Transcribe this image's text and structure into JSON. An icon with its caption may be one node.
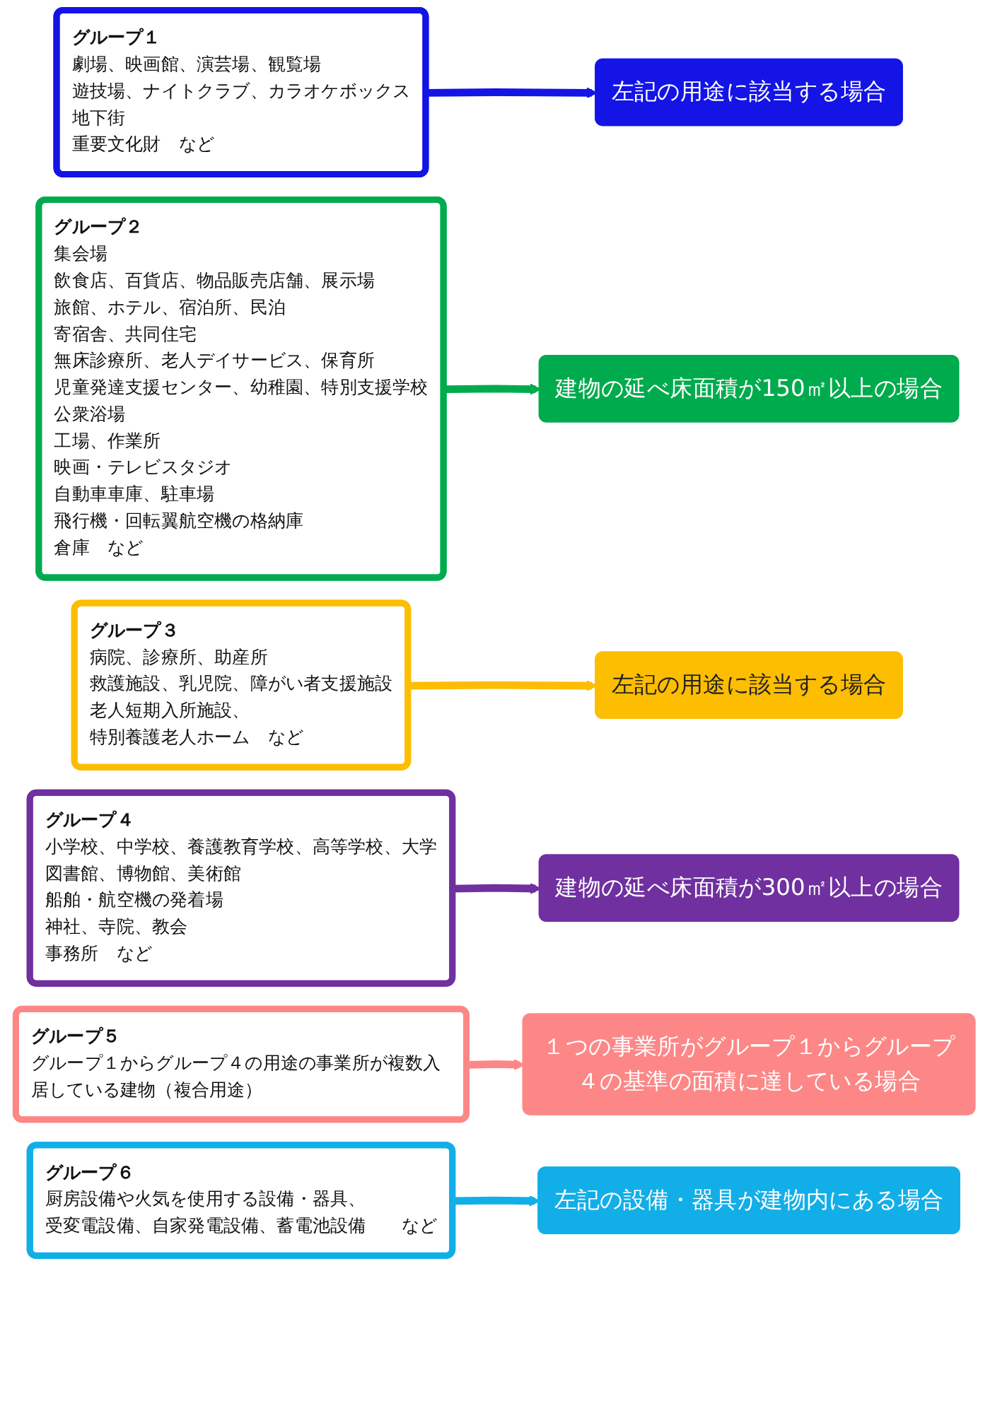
{
  "diagram": {
    "nodes": [
      {
        "text": [
          "グループ１",
          "劇場、映画館、演芸場、観覧場",
          "遊技場、ナイトクラブ、カラオケボックス",
          "地下街",
          "重要文化財　など"
        ]
      },
      {
        "text": [
          "左記の用途に該当する場合"
        ]
      },
      {
        "text": [
          "グループ２",
          "集会場",
          "飲食店、百貨店、物品販売店舗、展示場",
          "旅館、ホテル、宿泊所、民泊",
          "寄宿舎、共同住宅",
          "無床診療所、老人デイサービス、保育所",
          "児童発達支援センター、幼稚園、特別支援学校",
          "公衆浴場",
          "工場、作業所",
          "映画・テレビスタジオ",
          "自動車車庫、駐車場",
          "飛行機・回転翼航空機の格納庫",
          "倉庫　など"
        ]
      },
      {
        "text": [
          "建物の延べ床面積が150㎡以上の場合"
        ]
      },
      {
        "text": [
          "グループ３",
          "病院、診療所、助産所",
          "救護施設、乳児院、障がい者支援施設",
          "老人短期入所施設、",
          "特別養護老人ホーム　など"
        ]
      },
      {
        "text": [
          "左記の用途に該当する場合"
        ]
      },
      {
        "text": [
          "グループ４",
          "小学校、中学校、養護教育学校、高等学校、大学",
          "図書館、博物館、美術館",
          "船舶・航空機の発着場",
          "神社、寺院、教会",
          "事務所　など"
        ]
      },
      {
        "text": [
          "建物の延べ床面積が300㎡以上の場合"
        ]
      },
      {
        "text": [
          "グループ５",
          "グループ１からグループ４の用途の事業所が複数入居している建物（複合用途）"
        ]
      },
      {
        "text": [
          "１つの事業所がグループ１からグループ４の基準の面積に達している場合"
        ]
      },
      {
        "text": [
          "グループ６",
          "厨房設備や火気を使用する設備・器具、",
          "受変電設備、自家発電設備、蓄電池設備　　など"
        ]
      },
      {
        "text": [
          "左記の設備・器具が建物内にある場合"
        ]
      }
    ],
    "edges": [
      {
        "from": 0,
        "to": 1,
        "arrow": "to",
        "color": "#1414e6"
      },
      {
        "from": 2,
        "to": 3,
        "arrow": "to",
        "color": "#00ab4e"
      },
      {
        "from": 4,
        "to": 5,
        "arrow": "to",
        "color": "#fdbd00"
      },
      {
        "from": 6,
        "to": 7,
        "arrow": "to",
        "color": "#7030a0"
      },
      {
        "from": 8,
        "to": 9,
        "arrow": "to",
        "color": "#fd8787"
      },
      {
        "from": 10,
        "to": 11,
        "arrow": "to",
        "color": "#12aee8"
      }
    ]
  }
}
